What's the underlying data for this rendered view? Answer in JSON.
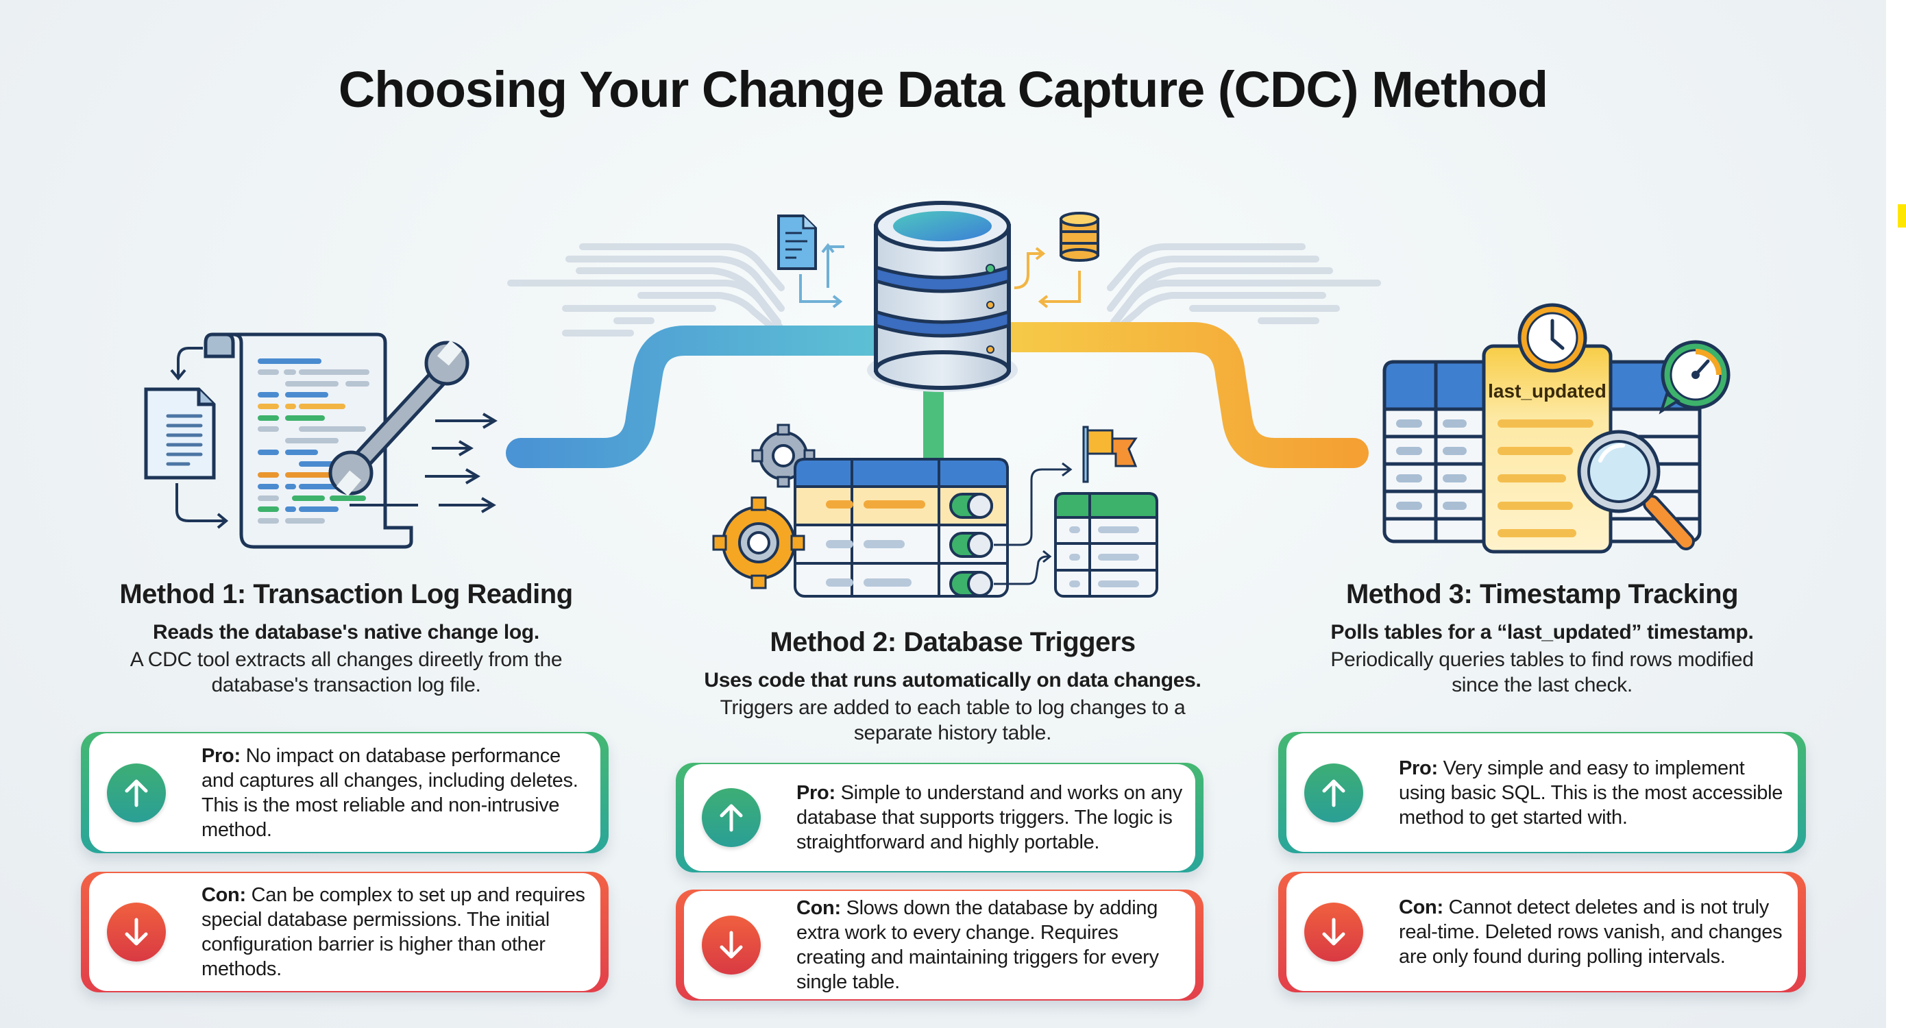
{
  "title": "Choosing Your Change Data Capture (CDC) Method",
  "colors": {
    "pro_green": "#3dae75",
    "pro_teal": "#2aa69a",
    "con_red": "#e2404a",
    "con_orange": "#f26245",
    "pipe_blue": "#4c9ad6",
    "pipe_orange": "#f4b13e",
    "pipe_green": "#4cbf7c",
    "outline_navy": "#1d3557"
  },
  "diagram": {
    "center": {
      "icon": "database-icon",
      "side_icons": [
        "document-icon",
        "coin-stack-icon"
      ]
    },
    "connections": [
      {
        "from": "database",
        "to": "method_1",
        "color": "blue"
      },
      {
        "from": "database",
        "to": "method_2",
        "color": "green"
      },
      {
        "from": "database",
        "to": "method_3",
        "color": "orange"
      }
    ]
  },
  "methods": [
    {
      "heading": "Method 1: Transaction Log Reading",
      "summary": "Reads the database's native change log.",
      "description": "A CDC tool extracts all changes direetly from the database's transaction log file.",
      "illustration": [
        "log-scroll-icon",
        "document-icon",
        "wrench-icon",
        "arrows-out-icon"
      ],
      "pro": {
        "label": "Pro:",
        "text": "No impact on database performance and captures all changes, including deletes. This is the most reliable and non-intrusive method."
      },
      "con": {
        "label": "Con:",
        "text": "Can be complex to set up and requires special database permissions. The initial configuration barrier is higher than other methods."
      }
    },
    {
      "heading": "Method 2: Database Triggers",
      "summary": "Uses code that runs automatically on data changes.",
      "description": "Triggers are added to each table to log changes to a separate history table.",
      "illustration": [
        "gear-icon",
        "table-icon",
        "toggle-icon",
        "flag-icon",
        "history-table-icon"
      ],
      "pro": {
        "label": "Pro:",
        "text": "Simple to understand and works on any database that supports triggers. The logic is straightforward and highly portable."
      },
      "con": {
        "label": "Con:",
        "text": "Slows down the database by adding extra work to every change. Requires creating and maintaining triggers for every single table."
      }
    },
    {
      "heading": "Method 3: Timestamp Tracking",
      "summary": "Polls tables for a “last_updated” timestamp.",
      "description": "Periodically queries tables to find rows modified since the last check.",
      "illustration": [
        "table-icon",
        "clock-icon",
        "gauge-icon",
        "magnifier-icon"
      ],
      "column_label": "last_updated",
      "pro": {
        "label": "Pro:",
        "text": "Very simple and easy to implement using basic SQL. This is the most accessible method to get started with."
      },
      "con": {
        "label": "Con:",
        "text": "Cannot detect deletes and is not truly real-time. Deleted rows vanish, and changes are only found during polling intervals."
      }
    }
  ]
}
